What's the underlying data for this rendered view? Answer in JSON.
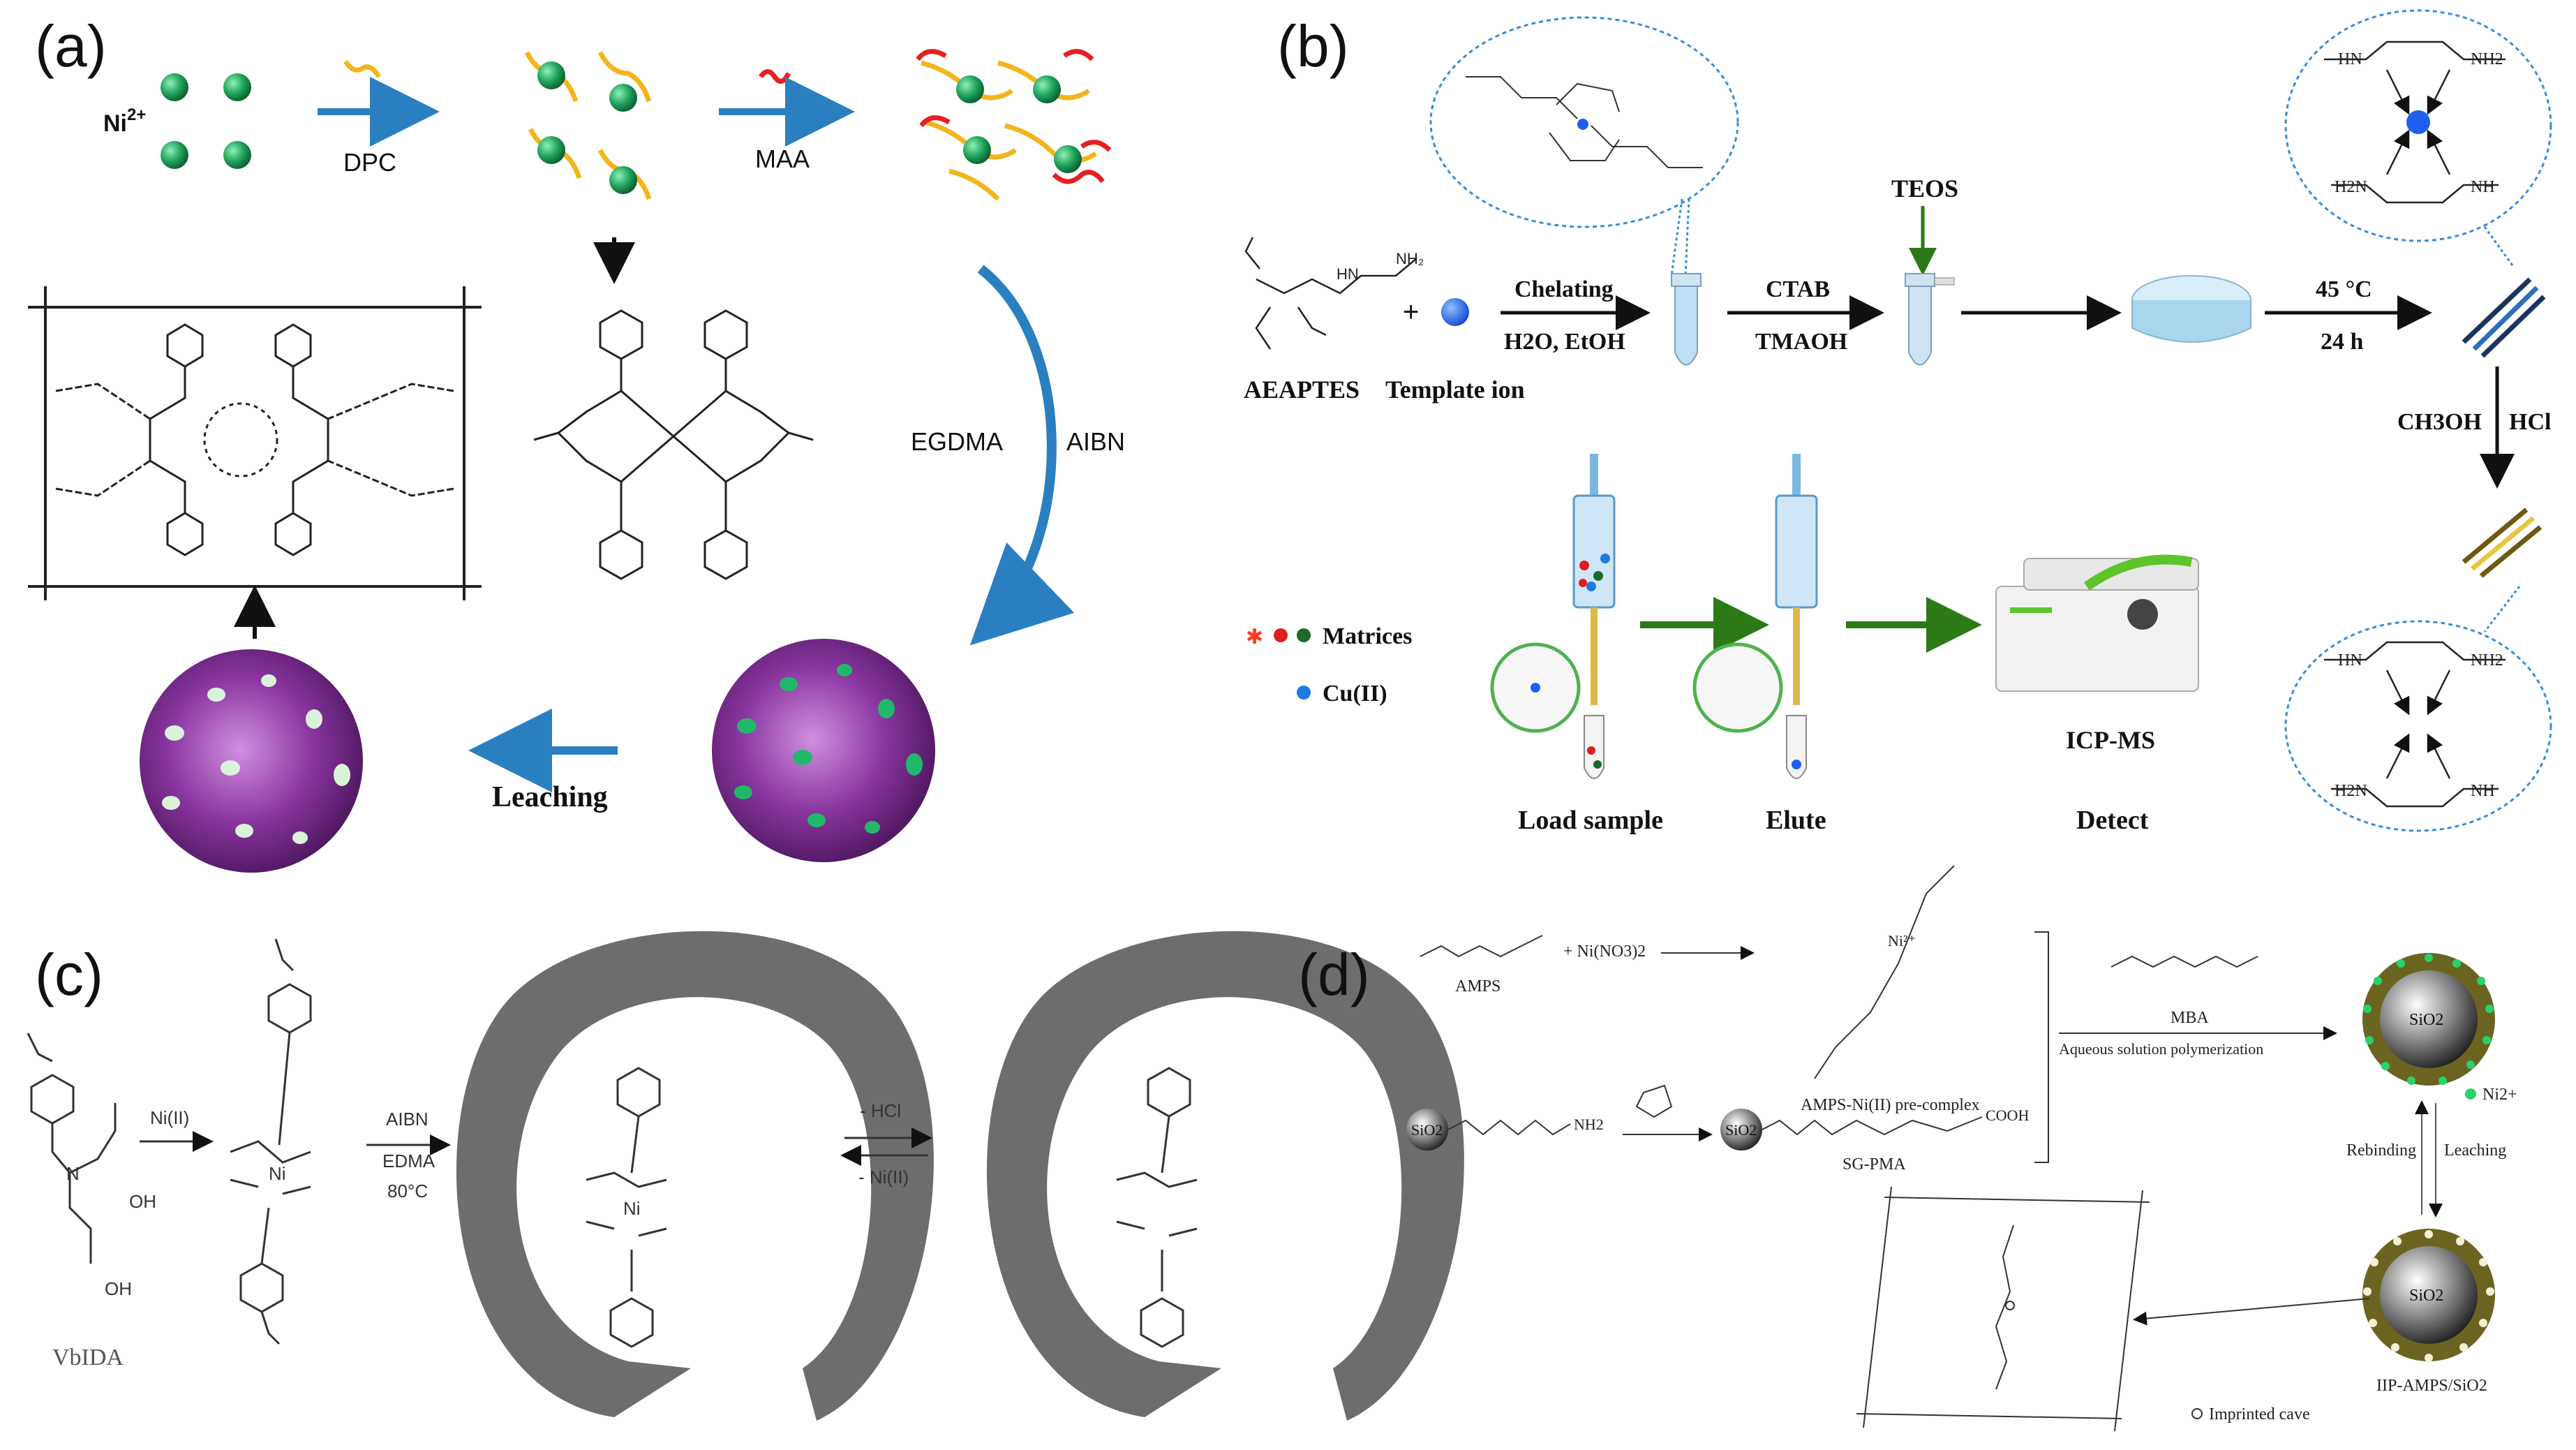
{
  "panels": {
    "a": {
      "label": "(a)",
      "ni_label": "Ni",
      "ni_charge": "2+",
      "dpc": "DPC",
      "maa": "MAA",
      "egdma": "EGDMA",
      "aibn": "AIBN",
      "leaching": "Leaching"
    },
    "b": {
      "label": "(b)",
      "aeaptes": "AEAPTES",
      "template_ion": "Template ion",
      "chelating": "Chelating",
      "solvents": "H2O, EtOH",
      "teos": "TEOS",
      "ctab": "CTAB",
      "tmaoh": "TMAOH",
      "temperature": "45 °C",
      "time": "24 h",
      "ch3oh": "CH3OH",
      "hcl": "HCl",
      "matrices": "Matrices",
      "cu": "Cu(II)",
      "load_sample": "Load sample",
      "elute": "Elute",
      "detect": "Detect",
      "icpms": "ICP-MS",
      "nh": "NH",
      "hn": "HN",
      "nh2": "NH2",
      "h2n": "H2N"
    },
    "c": {
      "label": "(c)",
      "ni_ii": "Ni(II)",
      "aibn": "AIBN",
      "edma": "EDMA",
      "temp": "80°C",
      "minus_hcl": "- HCl",
      "minus_ni": "- Ni(II)",
      "vbida": "VbIDA",
      "oh": "OH"
    },
    "d": {
      "label": "(d)",
      "amps": "AMPS",
      "nino3": "+ Ni(NO3)2",
      "complex": "AMPS-Ni(II) pre-complex",
      "mba": "MBA",
      "polymerization": "Aqueous solution polymerization",
      "sgpma": "SG-PMA",
      "sio2": "SiO2",
      "ni2": "Ni2+",
      "rebinding": "Rebinding",
      "leaching": "Leaching",
      "iip": "IIP-AMPS/SiO2",
      "cave": "Imprinted cave",
      "cooh": "COOH",
      "nh2": "NH2"
    }
  },
  "colors": {
    "blue_arrow": "#2a7fc1",
    "green_ball": "#1fa35b",
    "purple_sphere": "#7b2d8e",
    "olive_shell": "#6b6420",
    "grey_cage": "#6d6d6d",
    "dark_green_arrow": "#2c7a16"
  }
}
